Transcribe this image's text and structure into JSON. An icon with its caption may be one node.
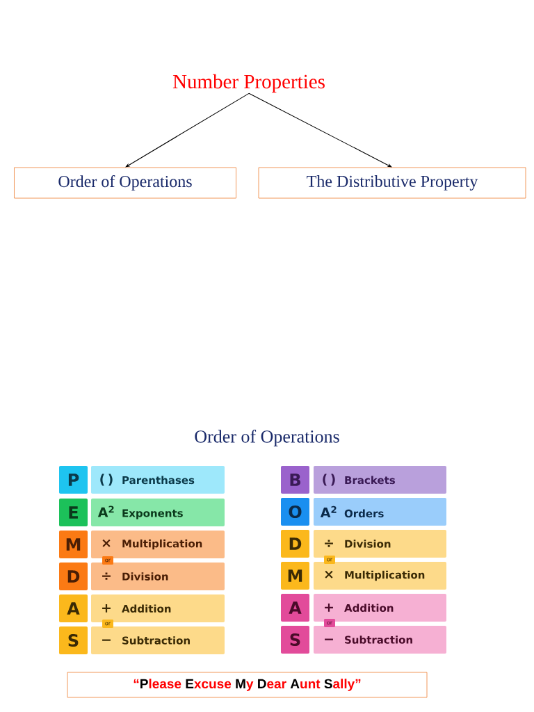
{
  "diagram": {
    "nodes": [
      {
        "text": [
          "Number Properties"
        ]
      },
      {
        "text": [
          "Order of Operations"
        ]
      },
      {
        "text": [
          "The Distributive Property"
        ]
      },
      {
        "text": [
          "P"
        ]
      },
      {
        "text": [
          "( )",
          "Parenthases"
        ]
      },
      {
        "text": [
          "E"
        ]
      },
      {
        "text": [
          "A$^{2}$",
          "Exponents"
        ]
      },
      {
        "text": [
          "M"
        ]
      },
      {
        "text": [
          "×",
          "Multiplication"
        ]
      },
      {
        "text": [
          "D"
        ]
      },
      {
        "text": [
          "÷",
          "Division"
        ]
      },
      {
        "text": [
          "A"
        ]
      },
      {
        "text": [
          "+",
          "Addition"
        ]
      },
      {
        "text": [
          "S"
        ]
      },
      {
        "text": [
          "−",
          "Subtraction"
        ]
      },
      {
        "text": [
          "or"
        ]
      },
      {
        "text": [
          "or"
        ]
      },
      {
        "text": [
          "B"
        ]
      },
      {
        "text": [
          "( )",
          "Brackets"
        ]
      },
      {
        "text": [
          "O"
        ]
      },
      {
        "text": [
          "A$^{2}$",
          "Orders"
        ]
      },
      {
        "text": [
          "D"
        ]
      },
      {
        "text": [
          "÷",
          "Division"
        ]
      },
      {
        "text": [
          "M"
        ]
      },
      {
        "text": [
          "×",
          "Multiplication"
        ]
      },
      {
        "text": [
          "A"
        ]
      },
      {
        "text": [
          "+",
          "Addition"
        ]
      },
      {
        "text": [
          "S"
        ]
      },
      {
        "text": [
          "−",
          "Subtraction"
        ]
      },
      {
        "text": [
          "or"
        ]
      },
      {
        "text": [
          "or"
        ]
      },
      {
        "text": [
          "“**P**lease **E**xcuse **M**y **D**ear **A**unt **S**ally”"
        ]
      }
    ],
    "edges": [
      {
        "from": 0,
        "to": 1,
        "arrow": "to"
      },
      {
        "from": 0,
        "to": 2,
        "arrow": "to"
      }
    ],
    "labels": [
      "Order of Operations"
    ]
  }
}
